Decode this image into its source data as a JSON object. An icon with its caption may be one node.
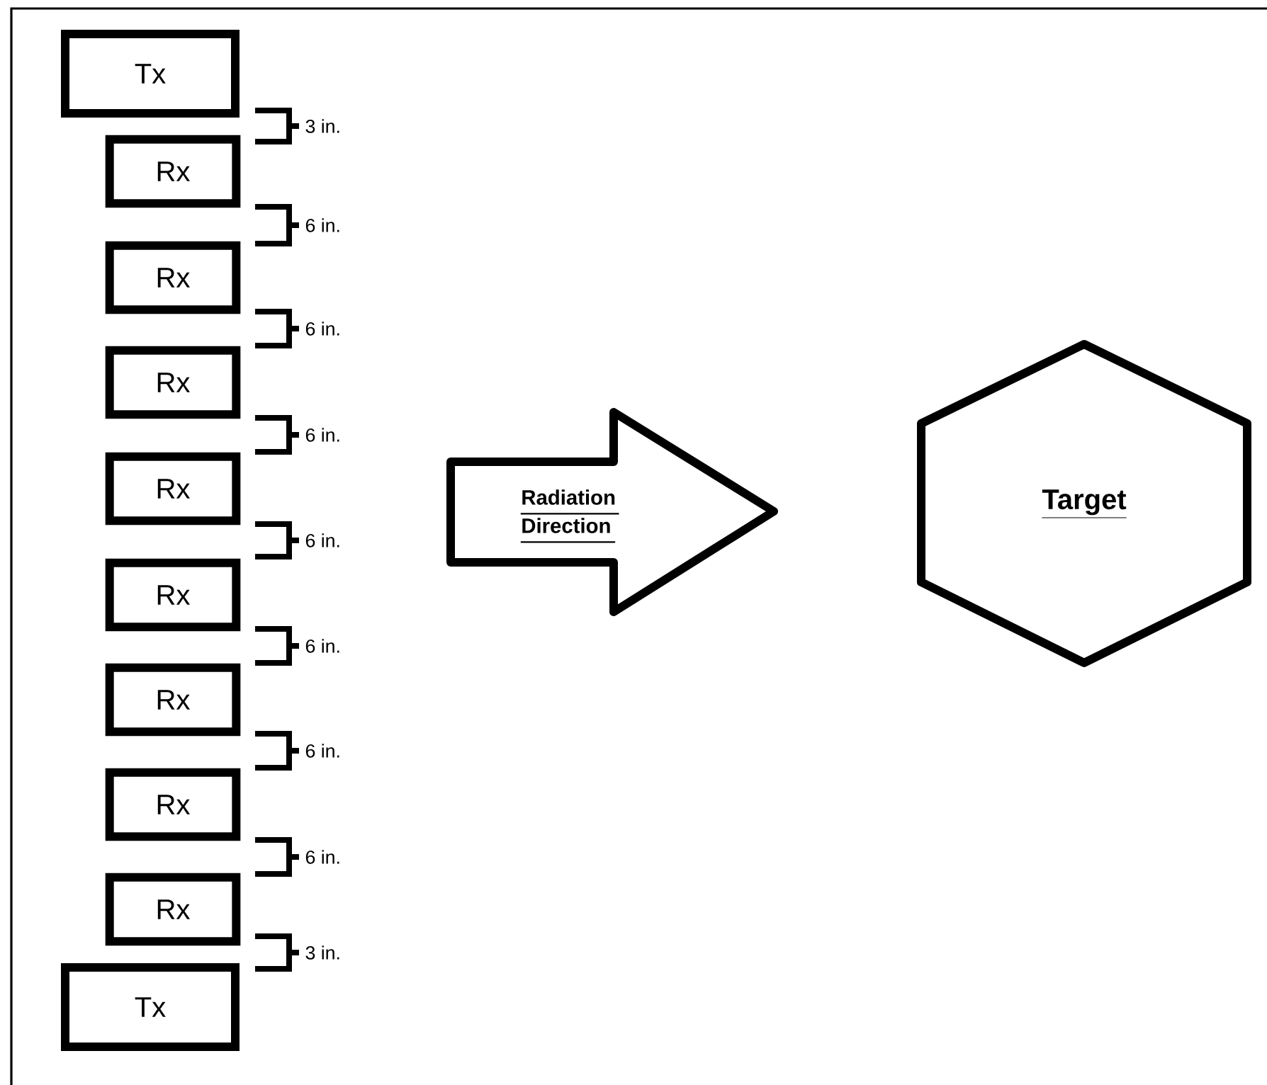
{
  "diagram": {
    "nodes": [
      {
        "text": [
          "Tx"
        ]
      },
      {
        "text": [
          "Rx"
        ]
      },
      {
        "text": [
          "Rx"
        ]
      },
      {
        "text": [
          "Rx"
        ]
      },
      {
        "text": [
          "Rx"
        ]
      },
      {
        "text": [
          "Rx"
        ]
      },
      {
        "text": [
          "Rx"
        ]
      },
      {
        "text": [
          "Rx"
        ]
      },
      {
        "text": [
          "Rx"
        ]
      },
      {
        "text": [
          "Tx"
        ]
      },
      {
        "text": [
          "Radiation Direction"
        ]
      },
      {
        "text": [
          "Target"
        ]
      }
    ],
    "labels": [
      "3 in.",
      "6 in.",
      "6 in.",
      "6 in.",
      "6 in.",
      "6 in.",
      "6 in.",
      "6 in.",
      "3 in."
    ]
  }
}
